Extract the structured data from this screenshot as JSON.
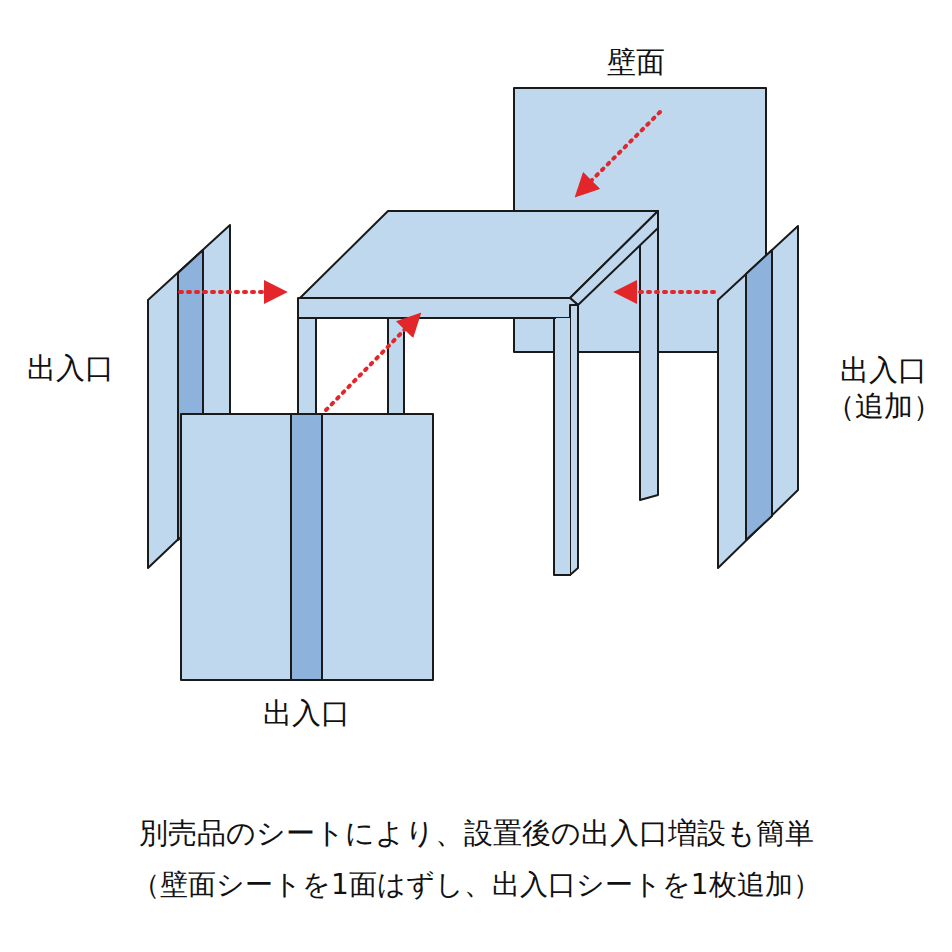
{
  "diagram": {
    "caption": "別売品のシートにより、設置後の出入口増設も簡単",
    "labels": [
      "壁面",
      "出入口",
      "出入口 （追加）",
      "出入口",
      "（壁面シートを1面はずし、出入口シートを1枚追加）"
    ]
  }
}
